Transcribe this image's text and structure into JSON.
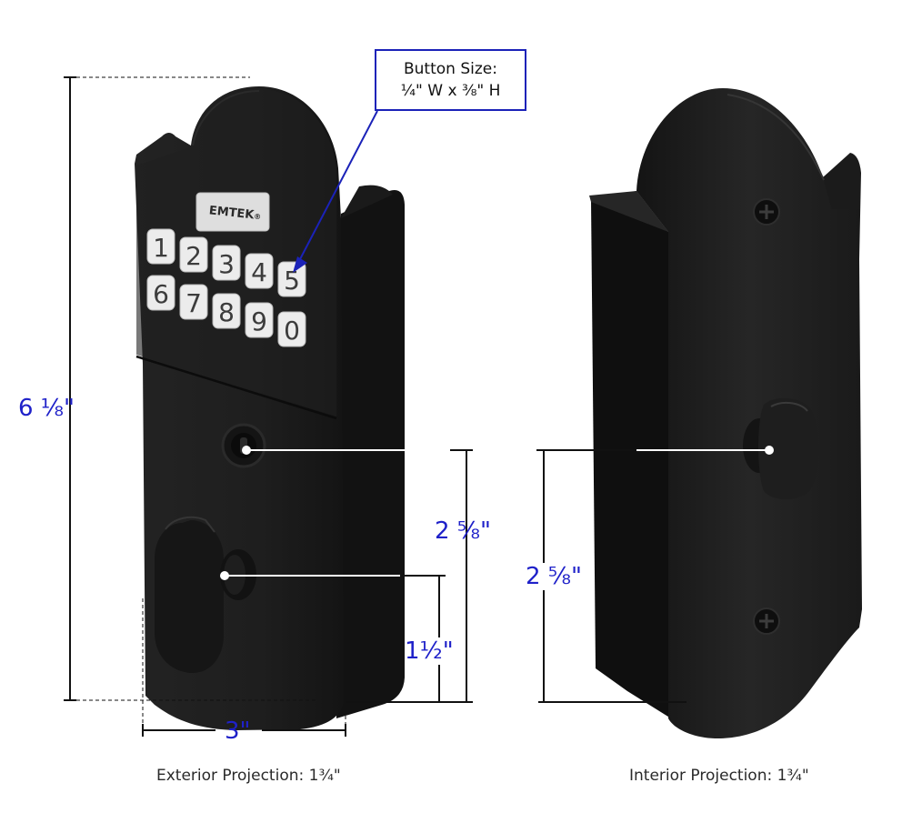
{
  "brand": {
    "logo_text": "EMTEK",
    "logo_mark": "®"
  },
  "keypad": {
    "row1": [
      "1",
      "2",
      "3",
      "4",
      "5"
    ],
    "row2": [
      "6",
      "7",
      "8",
      "9",
      "0"
    ]
  },
  "callout": {
    "line1": "Button Size:",
    "line2": "¼\" W x ⅜\" H"
  },
  "dimensions": {
    "overall_height": "6 ⅛\"",
    "exterior_keyhole_height": "2 ⅝\"",
    "exterior_turn_height": "1½\"",
    "width": "3\"",
    "interior_turn_height": "2 ⅝\""
  },
  "captions": {
    "exterior": "Exterior Projection: 1¾\"",
    "interior": "Interior Projection: 1¾\""
  },
  "colors": {
    "dimension_text": "#1f21c9",
    "callout_border": "#1b22b8",
    "hardware": "#1c1c1c",
    "keys": "#ececec"
  }
}
